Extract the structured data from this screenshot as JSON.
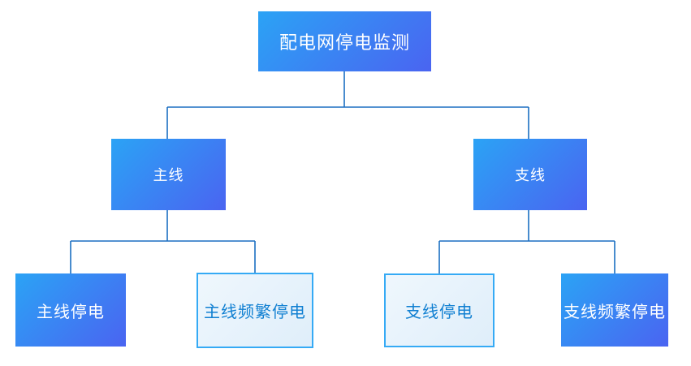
{
  "tree": {
    "root": {
      "label": "配电网停电监测",
      "style": "solid"
    },
    "children": [
      {
        "label": "主线",
        "style": "solid",
        "children": [
          {
            "label": "主线停电",
            "style": "solid"
          },
          {
            "label": "主线频繁停电",
            "style": "outline"
          }
        ]
      },
      {
        "label": "支线",
        "style": "solid",
        "children": [
          {
            "label": "支线停电",
            "style": "outline"
          },
          {
            "label": "支线频繁停电",
            "style": "solid"
          }
        ]
      }
    ]
  },
  "colors": {
    "node_gradient_start": "#2BA3F5",
    "node_gradient_end": "#4A64F1",
    "outline_bg_start": "#EFF7FD",
    "outline_bg_end": "#DFEEFA",
    "outline_border": "#35AAF5",
    "outline_text": "#1180D2",
    "node_text": "#FFFFFF",
    "connector": "#1C6FC2",
    "background": "#FFFFFF"
  }
}
